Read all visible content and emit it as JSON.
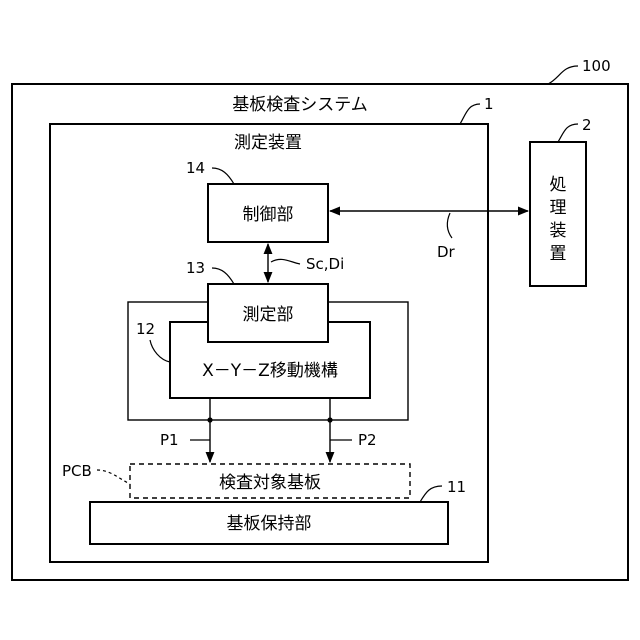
{
  "diagram": {
    "system_ref": "100",
    "system_title": "基板検査システム",
    "measuring_device": {
      "label": "測定装置",
      "ref": "1"
    },
    "processing_device": {
      "label_chars": [
        "処",
        "理",
        "装",
        "置"
      ],
      "ref": "2"
    },
    "controller": {
      "label": "制御部",
      "ref": "14"
    },
    "measuring_unit": {
      "label": "測定部",
      "ref": "13"
    },
    "xyz_mechanism": {
      "label": "X－Y－Z移動機構",
      "ref": "12"
    },
    "inspection_board": {
      "label": "検査対象基板",
      "ref": "PCB"
    },
    "board_holder": {
      "label": "基板保持部",
      "ref": "11"
    },
    "signals": {
      "control_signal": "Sc,Di",
      "data_link": "Dr",
      "probe_1": "P1",
      "probe_2": "P2"
    }
  }
}
